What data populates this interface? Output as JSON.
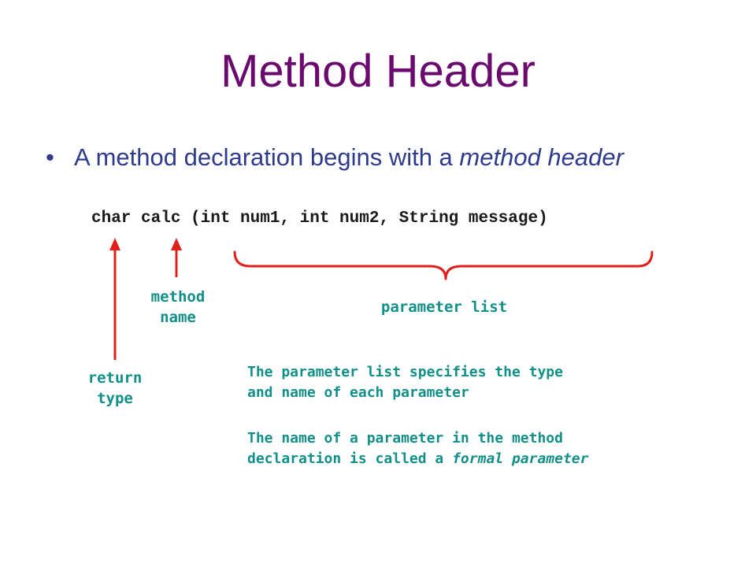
{
  "slide": {
    "title": "Method Header",
    "bullet": {
      "prefix": "A method declaration begins with a ",
      "emphasis": "method header"
    },
    "code_line": "char calc (int num1, int num2, String message)",
    "labels": {
      "return_type": [
        "return",
        "type"
      ],
      "method_name": [
        "method",
        "name"
      ],
      "parameter_list": "parameter list"
    },
    "paragraphs": [
      {
        "lines": [
          "The parameter list specifies the type",
          "and name of each parameter"
        ]
      },
      {
        "lines": [
          "The name of a parameter in the method"
        ],
        "last_line_prefix": "declaration is called a ",
        "last_line_emphasis": "formal parameter"
      }
    ],
    "colors": {
      "title": "#6b0a6e",
      "bullet_text": "#2e3a8c",
      "annotation_text": "#138f8a",
      "arrow": "#e0201b",
      "code": "#1a1a1a"
    }
  }
}
